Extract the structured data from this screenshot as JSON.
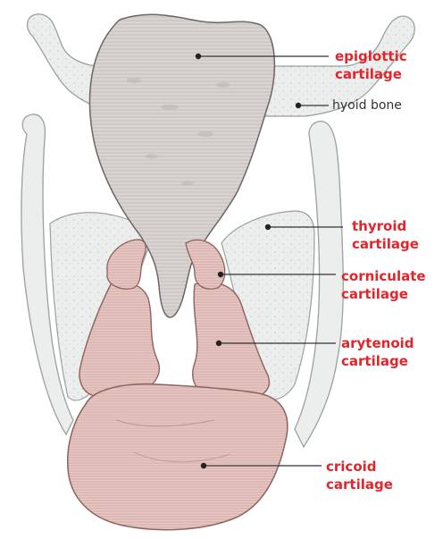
{
  "colors": {
    "background": "#ffffff",
    "bone": "#ebeeed",
    "bone_stroke": "#9aa19e",
    "epiglottis": "#d9d4d1",
    "epiglottis_stroke": "#6e6663",
    "pink": "#e9c7c2",
    "pink_stroke": "#8d6560",
    "label_red": "#e0262c",
    "label_dark": "#333333",
    "leader": "#333333"
  },
  "labels": {
    "epiglottic": [
      "epiglottic",
      "cartilage"
    ],
    "hyoid": [
      "hyoid bone"
    ],
    "thyroid": [
      "thyroid",
      "cartilage"
    ],
    "corniculate": [
      "corniculate",
      "cartilage"
    ],
    "arytenoid": [
      "arytenoid",
      "cartilage"
    ],
    "cricoid": [
      "cricoid",
      "cartilage"
    ]
  }
}
